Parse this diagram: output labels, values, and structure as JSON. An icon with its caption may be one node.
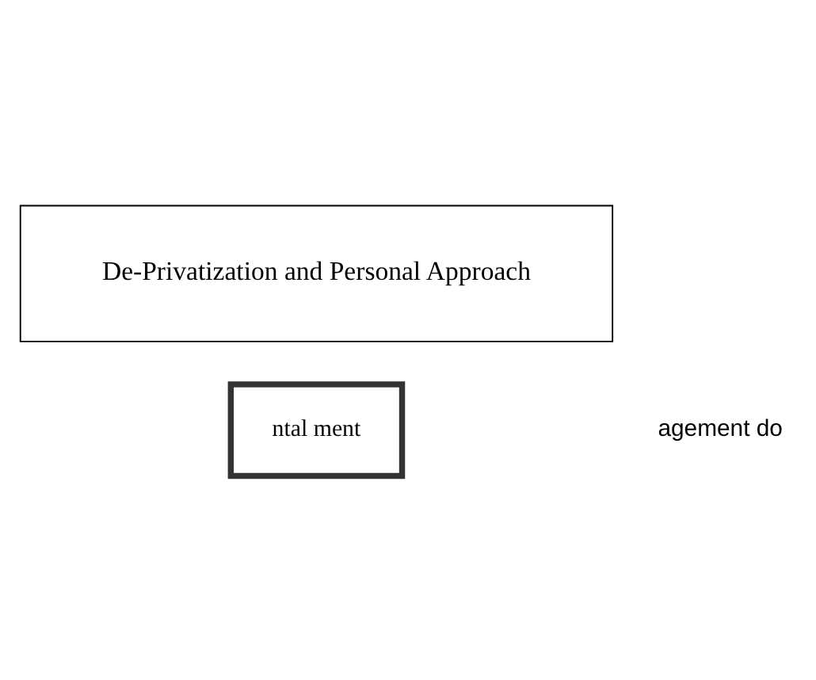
{
  "diagram": {
    "nodes": [
      {
        "text": [
          "ntal ment"
        ]
      },
      {
        "text": [
          "De-Privatization and Personal Approach"
        ]
      }
    ],
    "labels": [
      "agement do"
    ]
  }
}
